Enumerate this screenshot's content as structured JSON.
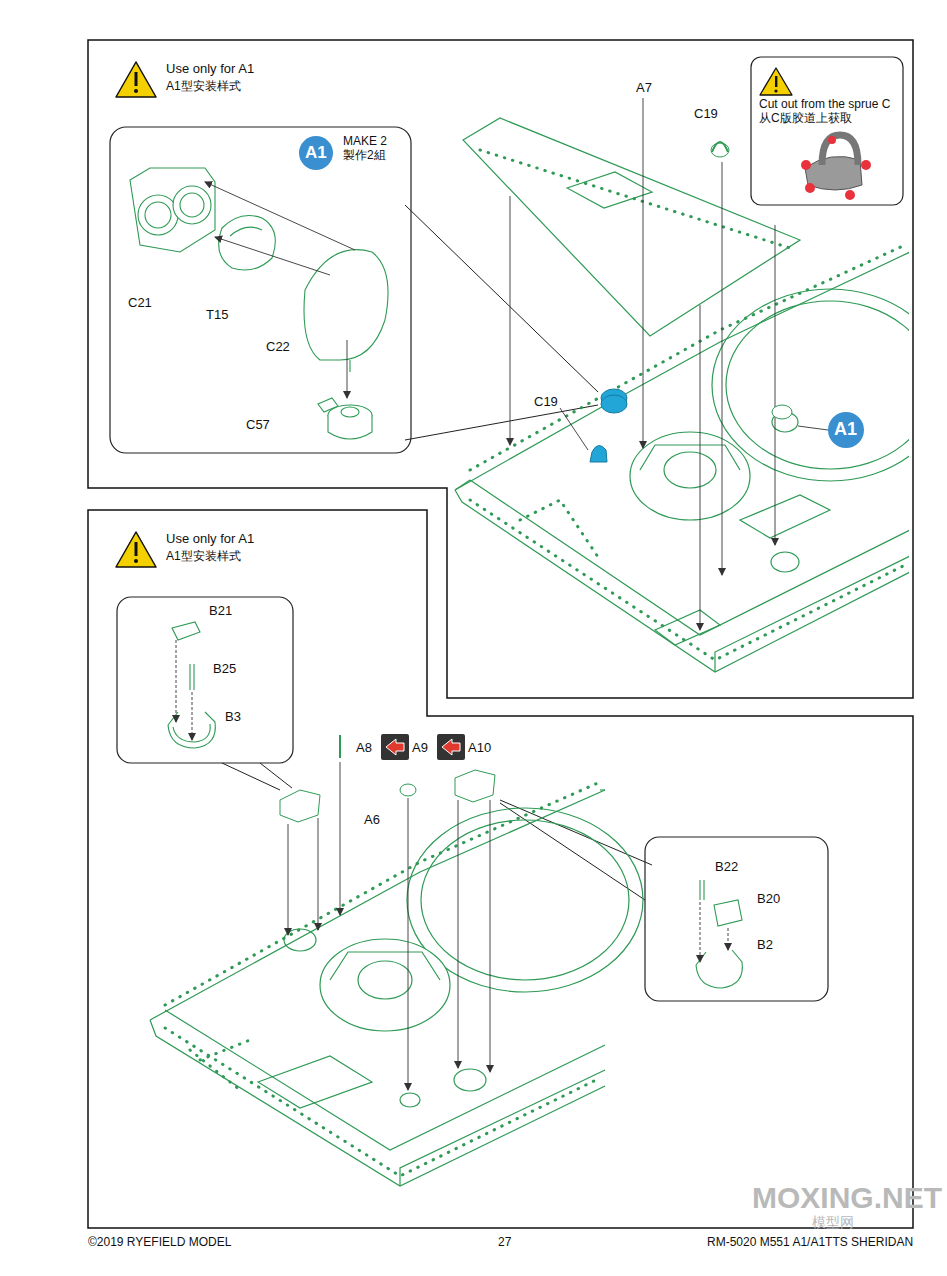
{
  "diagram": {
    "nodes": [
      {
        "text": [
          "Use only for A1",
          "A1型安装样式"
        ]
      },
      {
        "text": [
          "MAKE 2 製作2組",
          "C21",
          "T15",
          "C22",
          "C57"
        ],
        "in": 0
      },
      {
        "text": [
          "A1"
        ],
        "in": 1
      },
      {
        "text": [
          "Cut out from the sprue C 从C版胶道上获取"
        ],
        "in": 0
      },
      {
        "text": [
          "A1"
        ],
        "in": 0
      },
      {
        "text": [
          "Use only for A1",
          "A1型安装样式"
        ]
      },
      {
        "text": [
          "B21",
          "B25",
          "B3"
        ],
        "in": 5
      },
      {
        "text": [
          "B22",
          "B20",
          "B2"
        ],
        "in": 5
      }
    ],
    "labels": [
      "A7",
      "C19",
      "C19",
      "A8",
      "A9",
      "A10",
      "A6",
      "©2019 RYEFIELD MODEL",
      "27",
      "RM-5020 M551 A1/A1TTS SHERIDAN",
      "MOXING.NET",
      "模型网"
    ]
  }
}
